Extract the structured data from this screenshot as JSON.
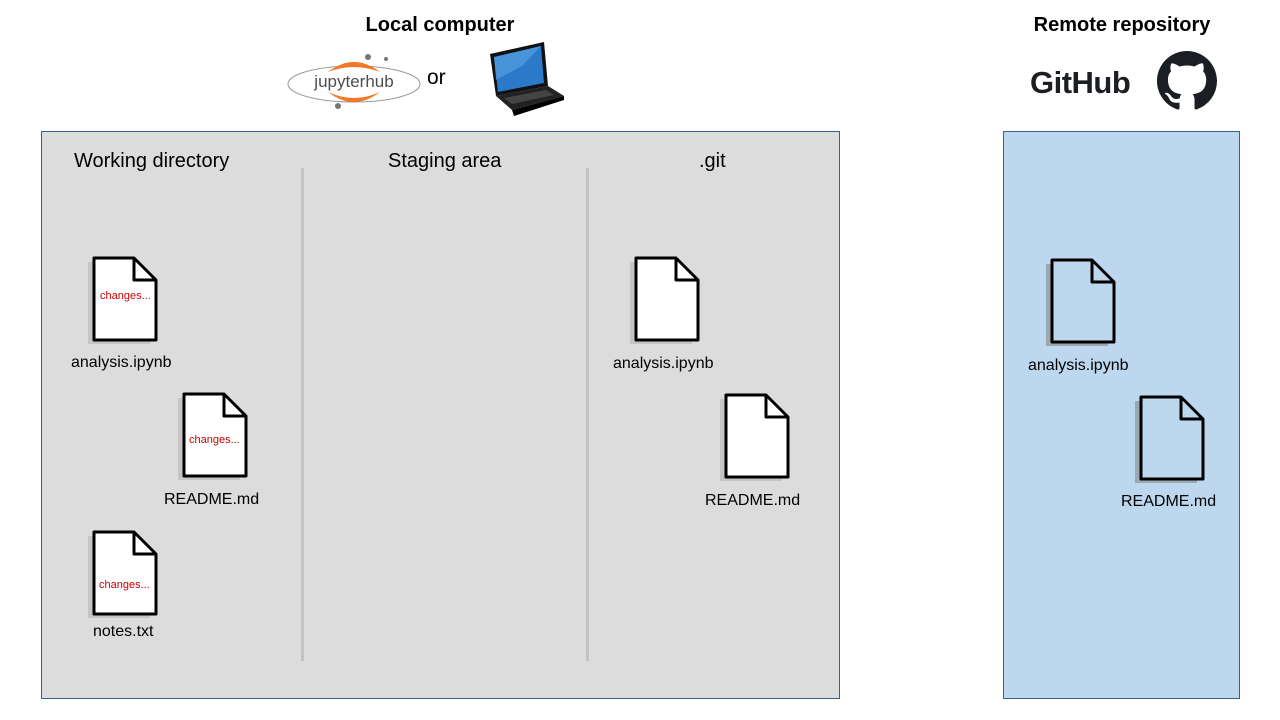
{
  "local": {
    "title": "Local computer",
    "or_label": "or",
    "jupyter_logo_text": "jupyterhub",
    "icons": [
      "jupyterhub-logo-icon",
      "laptop-icon"
    ]
  },
  "remote": {
    "title": "Remote repository",
    "github_wordmark": "GitHub",
    "icons": [
      "github-octocat-icon"
    ],
    "background_color": "#bdd7ee"
  },
  "sections": {
    "working_directory": {
      "title": "Working directory",
      "files": [
        {
          "name": "analysis.ipynb",
          "status": "changes..."
        },
        {
          "name": "README.md",
          "status": "changes..."
        },
        {
          "name": "notes.txt",
          "status": "changes..."
        }
      ]
    },
    "staging_area": {
      "title": "Staging area",
      "files": []
    },
    "git": {
      "title": ".git",
      "files": [
        {
          "name": "analysis.ipynb"
        },
        {
          "name": "README.md"
        }
      ]
    },
    "remote_files": [
      {
        "name": "analysis.ipynb"
      },
      {
        "name": "README.md"
      }
    ]
  },
  "colors": {
    "local_panel": "#dcdcdc",
    "panel_border": "#3d5f8f",
    "changes_text": "#cc0000",
    "jupyter_orange": "#f37726"
  }
}
